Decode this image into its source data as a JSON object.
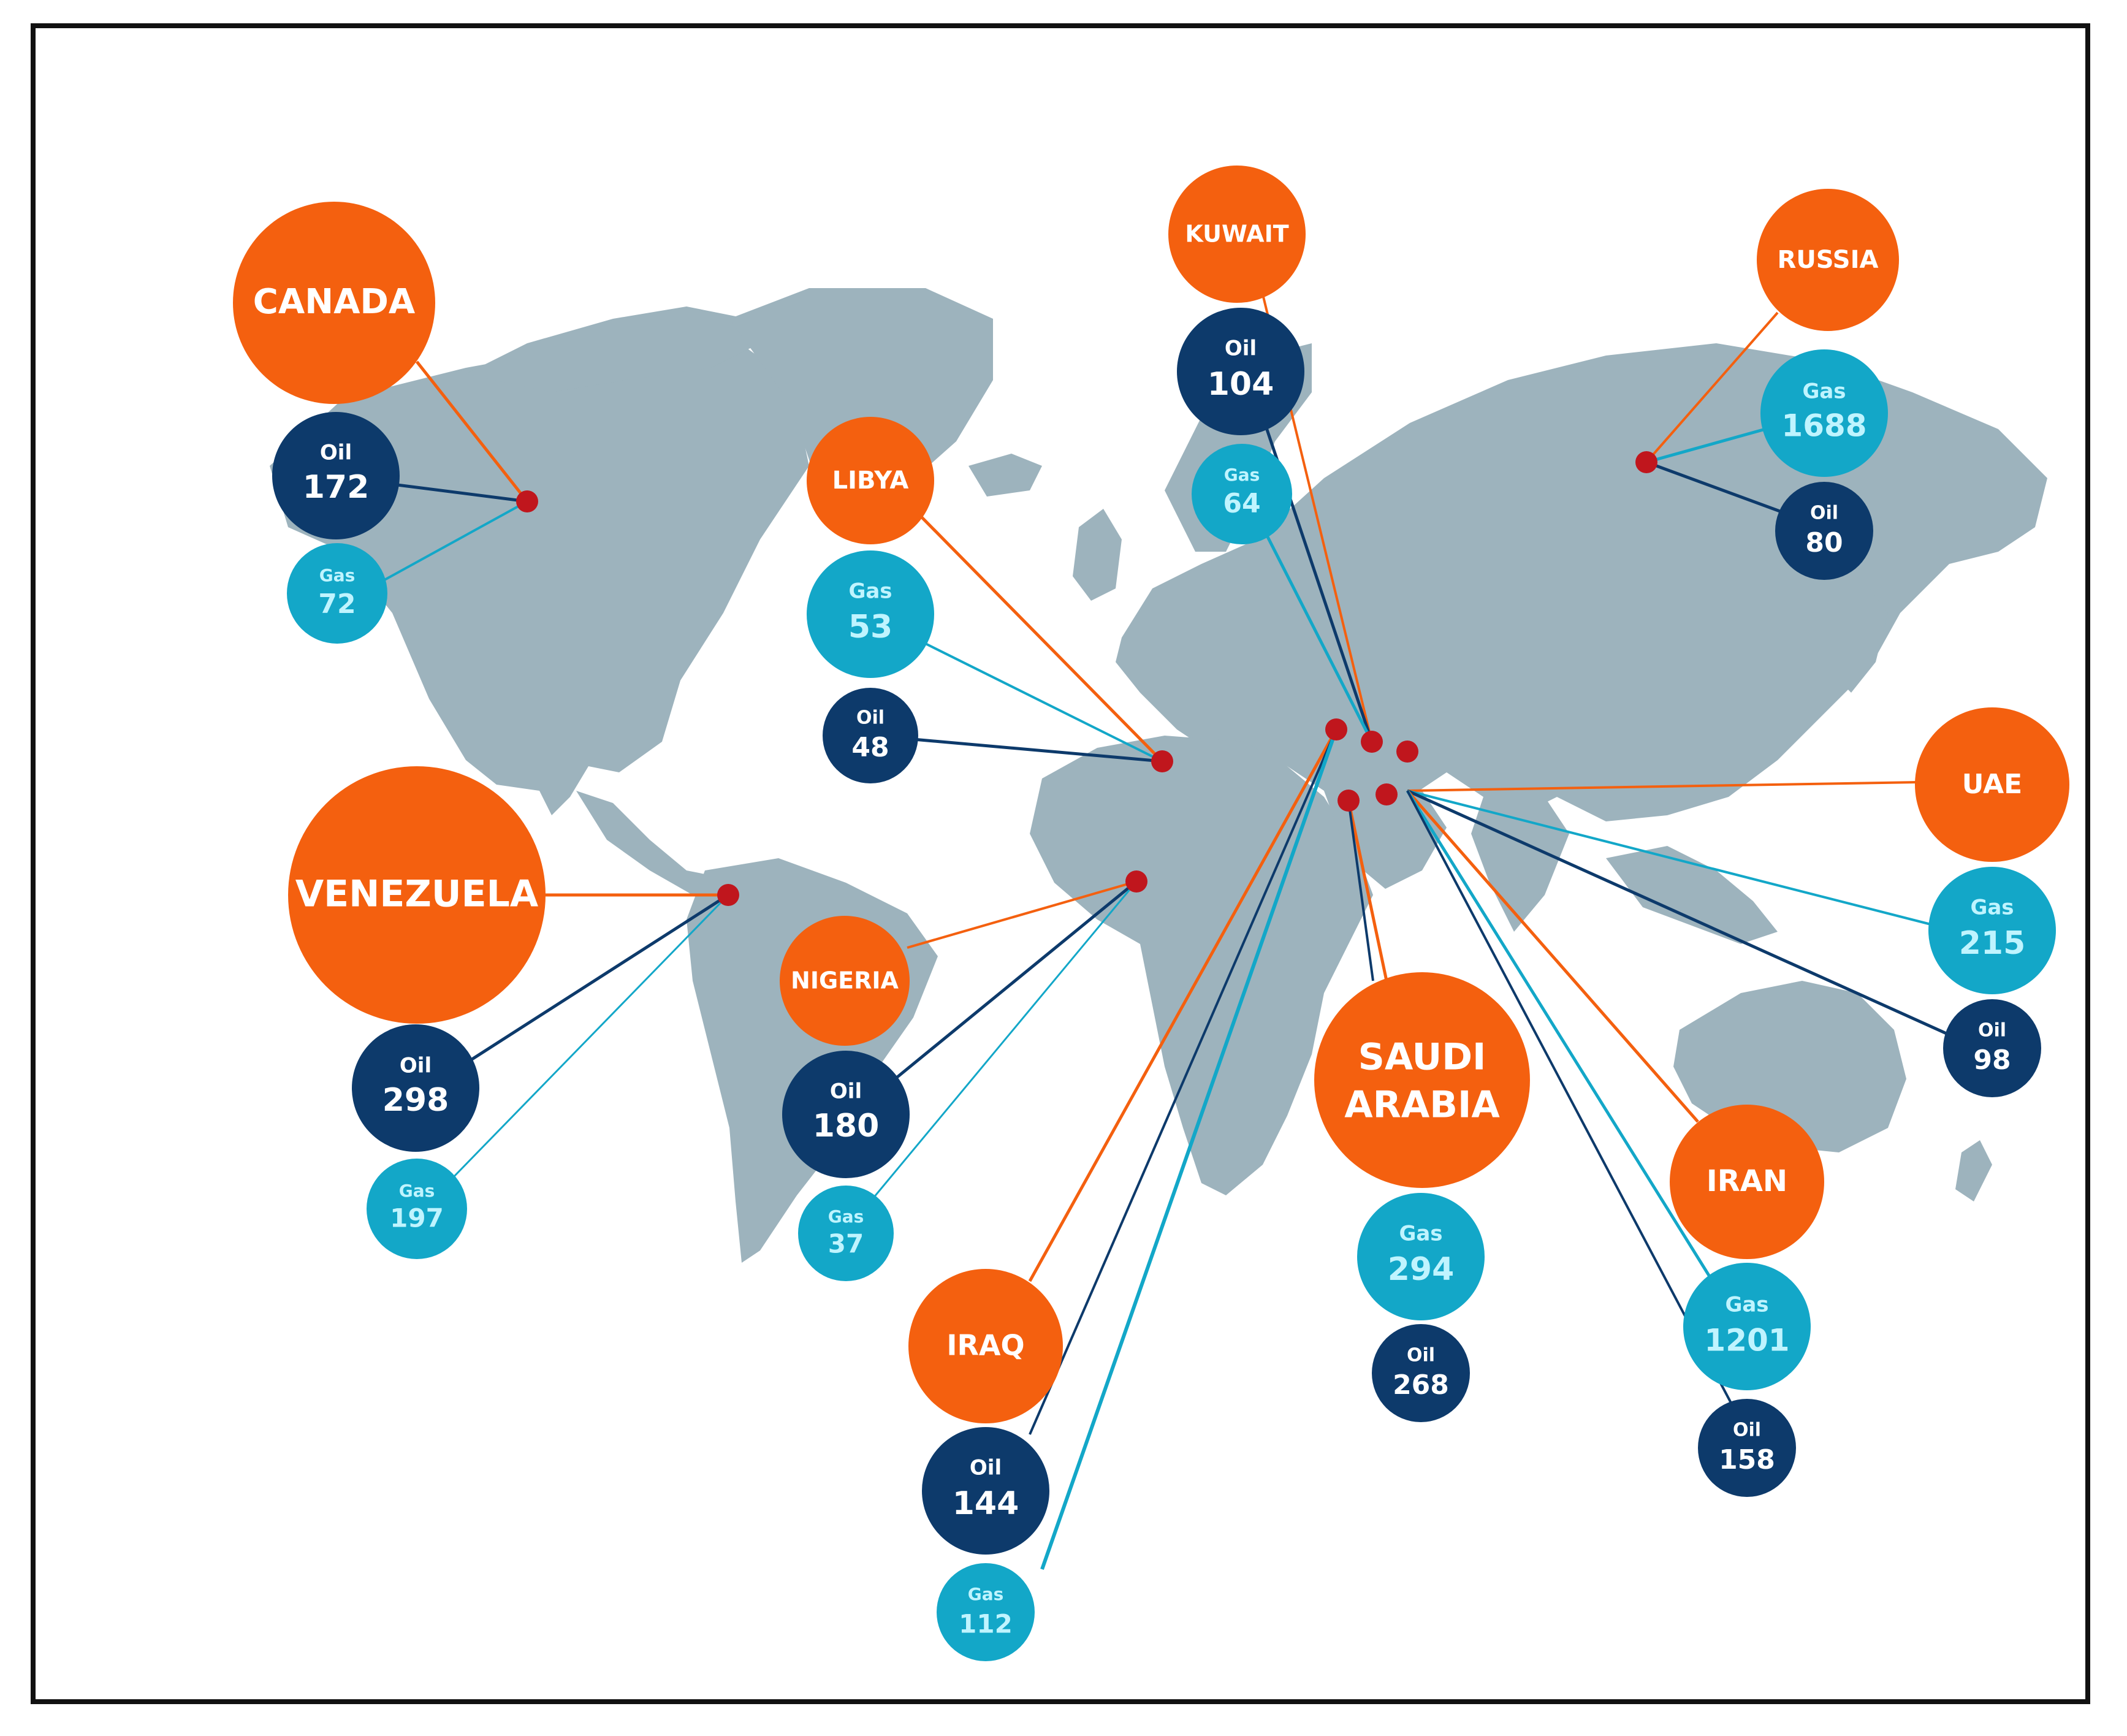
{
  "colors": {
    "country": "#f4600f",
    "oil": "#0d3a6b",
    "gas": "#13a7c8",
    "gas_text": "#bff4ff",
    "land": "#9db3bd",
    "pin": "#c0161d",
    "frame": "#111111"
  },
  "countries": [
    {
      "id": "canada",
      "name": "CANADA",
      "oil": {
        "label": "Oil",
        "value": "172"
      },
      "gas": {
        "label": "Gas",
        "value": "72"
      }
    },
    {
      "id": "venezuela",
      "name": "VENEZUELA",
      "oil": {
        "label": "Oil",
        "value": "298"
      },
      "gas": {
        "label": "Gas",
        "value": "197"
      }
    },
    {
      "id": "libya",
      "name": "LIBYA",
      "oil": {
        "label": "Oil",
        "value": "48"
      },
      "gas": {
        "label": "Gas",
        "value": "53"
      }
    },
    {
      "id": "nigeria",
      "name": "NIGERIA",
      "oil": {
        "label": "Oil",
        "value": "180"
      },
      "gas": {
        "label": "Gas",
        "value": "37"
      }
    },
    {
      "id": "kuwait",
      "name": "KUWAIT",
      "oil": {
        "label": "Oil",
        "value": "104"
      },
      "gas": {
        "label": "Gas",
        "value": "64"
      }
    },
    {
      "id": "russia",
      "name": "RUSSIA",
      "oil": {
        "label": "Oil",
        "value": "80"
      },
      "gas": {
        "label": "Gas",
        "value": "1688"
      }
    },
    {
      "id": "uae",
      "name": "UAE",
      "oil": {
        "label": "Oil",
        "value": "98"
      },
      "gas": {
        "label": "Gas",
        "value": "215"
      }
    },
    {
      "id": "saudi-arabia",
      "name_lines": [
        "SAUDI",
        "ARABIA"
      ],
      "oil": {
        "label": "Oil",
        "value": "268"
      },
      "gas": {
        "label": "Gas",
        "value": "294"
      }
    },
    {
      "id": "iran",
      "name": "IRAN",
      "oil": {
        "label": "Oil",
        "value": "158"
      },
      "gas": {
        "label": "Gas",
        "value": "1201"
      }
    },
    {
      "id": "iraq",
      "name": "IRAQ",
      "oil": {
        "label": "Oil",
        "value": "144"
      },
      "gas": {
        "label": "Gas",
        "value": "112"
      }
    }
  ]
}
